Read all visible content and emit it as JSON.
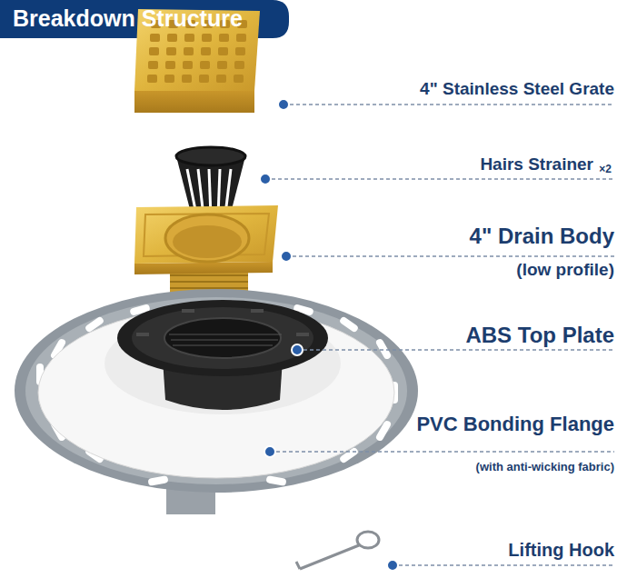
{
  "diagram": {
    "title": "Breakdown Structure",
    "labels": [
      "4\" Stainless Steel Grate",
      "Hairs Strainer",
      "×2",
      "4\" Drain Body",
      "(low profile)",
      "ABS Top Plate",
      "PVC Bonding Flange",
      "(with anti-wicking fabric)",
      "Lifting Hook"
    ]
  }
}
